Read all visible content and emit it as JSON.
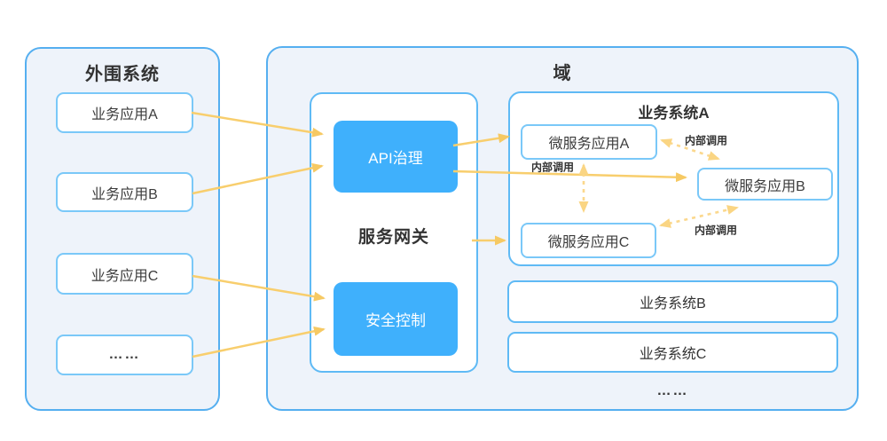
{
  "peripheral": {
    "title": "外围系统",
    "items": [
      {
        "label": "业务应用A"
      },
      {
        "label": "业务应用B"
      },
      {
        "label": "业务应用C"
      },
      {
        "label": "……"
      }
    ]
  },
  "domain": {
    "title": "域",
    "gateway": {
      "title": "服务网关",
      "modules": [
        {
          "label": "API治理"
        },
        {
          "label": "安全控制"
        }
      ]
    },
    "system_a": {
      "title": "业务系统A",
      "services": [
        {
          "label": "微服务应用A"
        },
        {
          "label": "微服务应用B"
        },
        {
          "label": "微服务应用C"
        }
      ],
      "call_labels": [
        {
          "text": "内部调用"
        },
        {
          "text": "内部调用"
        },
        {
          "text": "内部调用"
        }
      ]
    },
    "other_systems": [
      {
        "label": "业务系统B"
      },
      {
        "label": "业务系统C"
      }
    ],
    "ellipsis": "……"
  },
  "colors": {
    "panel_background": "#EEF3FA",
    "panel_border": "#55AFF0",
    "inner_border": "#5FBAF5",
    "box_border": "#7AC8F8",
    "accent_blue": "#3FB0FC",
    "arrow_solid": "#F8CE6D",
    "arrow_dashed": "#FBD88D",
    "text_dark": "#333333"
  }
}
